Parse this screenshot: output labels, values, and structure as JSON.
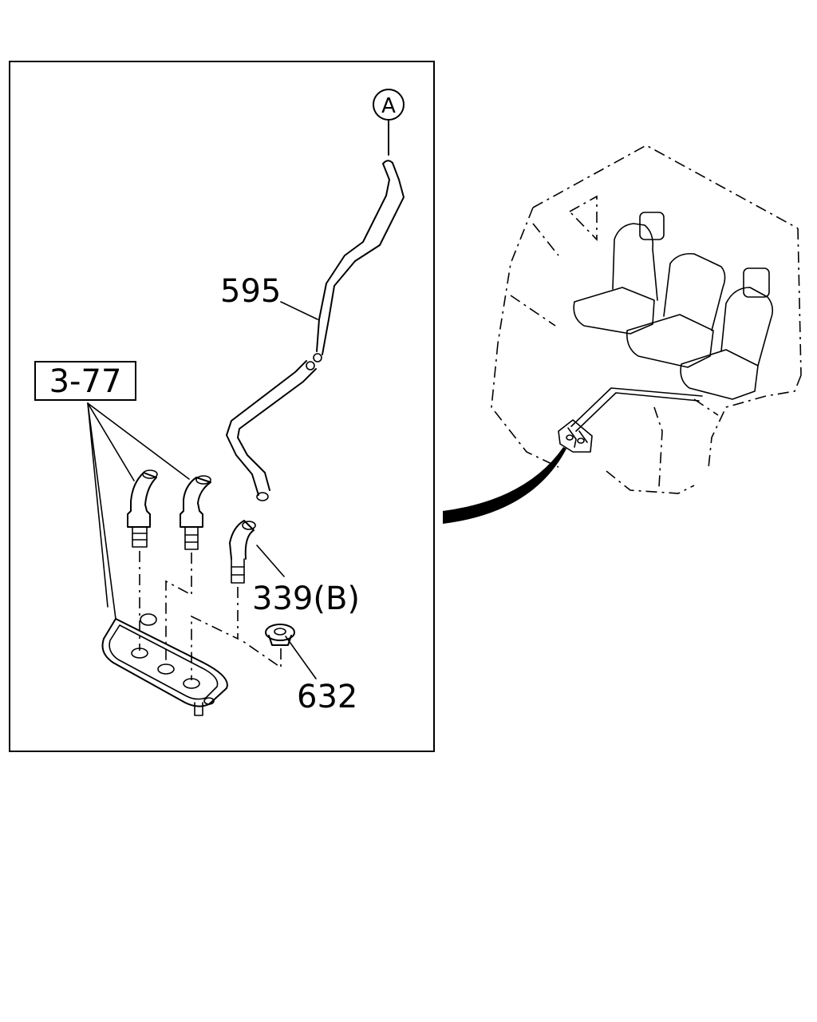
{
  "reference_marker": "A",
  "ref_box_label": "3-77",
  "callouts": {
    "hose": "595",
    "connector": "339(B)",
    "grommet": "632"
  }
}
